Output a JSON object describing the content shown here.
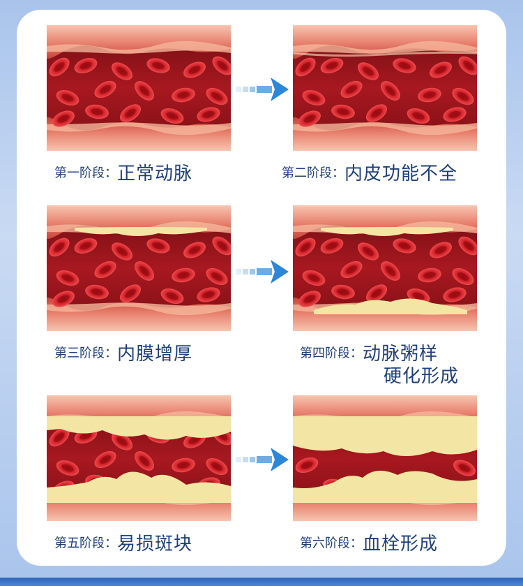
{
  "stages": [
    {
      "prefix": "第一阶段：",
      "title": "正常动脉",
      "title2": ""
    },
    {
      "prefix": "第二阶段：",
      "title": "内皮功能不全",
      "title2": ""
    },
    {
      "prefix": "第三阶段：",
      "title": "内膜增厚",
      "title2": ""
    },
    {
      "prefix": "第四阶段：",
      "title": "动脉粥样",
      "title2": "硬化形成"
    },
    {
      "prefix": "第五阶段：",
      "title": "易损斑块",
      "title2": ""
    },
    {
      "prefix": "第六阶段：",
      "title": "血栓形成",
      "title2": ""
    }
  ],
  "colors": {
    "caption": "#1e3f7a",
    "arrow": "#3b8fd9",
    "plaque": "#f3e6a4",
    "blood": "#b5121b"
  }
}
